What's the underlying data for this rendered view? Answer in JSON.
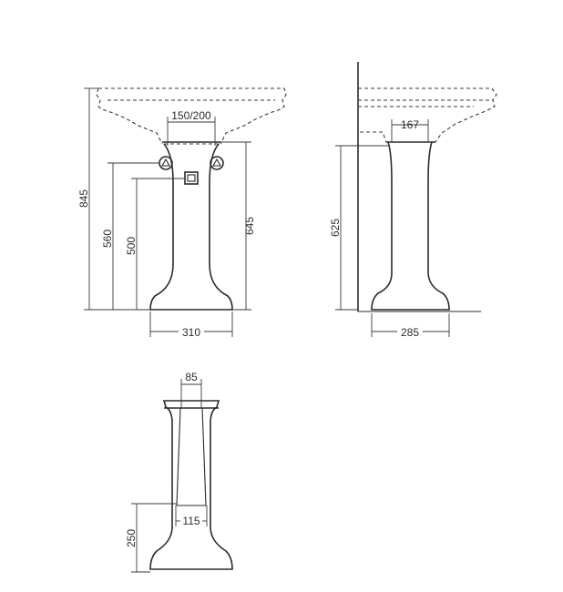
{
  "front_view": {
    "tap_spacing": "150/200",
    "total_height": "845",
    "waste_height": "560",
    "supply_height": "500",
    "pedestal_height": "645",
    "base_width": "310"
  },
  "side_view": {
    "top_width": "167",
    "pedestal_height": "625",
    "base_depth": "285"
  },
  "pedestal_view": {
    "top_width": "85",
    "inner_width": "115",
    "opening_height": "250"
  }
}
